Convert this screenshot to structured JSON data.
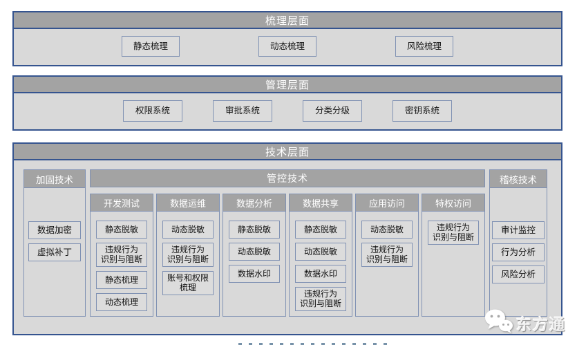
{
  "colors": {
    "section_border": "#35548f",
    "header_fill": "#a3a3a3",
    "header_text": "#ffffff",
    "panel_fill": "#d9d9d9",
    "box_fill": "#dcdcdc",
    "box_border": "#7f91b3",
    "box_text": "#111111"
  },
  "layers": {
    "sorting": {
      "title": "梳理层面",
      "boxes": [
        "静态梳理",
        "动态梳理",
        "风险梳理"
      ]
    },
    "management": {
      "title": "管理层面",
      "boxes": [
        "权限系统",
        "审批系统",
        "分类分级",
        "密钥系统"
      ]
    },
    "technology": {
      "title": "技术层面",
      "hardening": {
        "title": "加固技术",
        "boxes": [
          "数据加密",
          "虚拟补丁"
        ]
      },
      "control": {
        "title": "管控技术",
        "columns": [
          {
            "title": "开发测试",
            "boxes": [
              "静态脱敏",
              "违规行为\n识别与阻断",
              "静态梳理",
              "动态梳理"
            ]
          },
          {
            "title": "数据运维",
            "boxes": [
              "动态脱敏",
              "违规行为\n识别与阻断",
              "账号和权限\n梳理"
            ]
          },
          {
            "title": "数据分析",
            "boxes": [
              "静态脱敏",
              "动态脱敏",
              "数据水印"
            ]
          },
          {
            "title": "数据共享",
            "boxes": [
              "静态脱敏",
              "动态脱敏",
              "数据水印",
              "违规行为\n识别与阻断"
            ]
          },
          {
            "title": "应用访问",
            "boxes": [
              "动态脱敏",
              "违规行为\n识别与阻断"
            ]
          },
          {
            "title": "特权访问",
            "boxes": [
              "违规行为\n识别与阻断"
            ]
          }
        ]
      },
      "audit": {
        "title": "稽核技术",
        "boxes": [
          "审计监控",
          "行为分析",
          "风险分析"
        ]
      }
    }
  },
  "watermark": {
    "brand": "东方通",
    "icon": "wechat-icon"
  }
}
